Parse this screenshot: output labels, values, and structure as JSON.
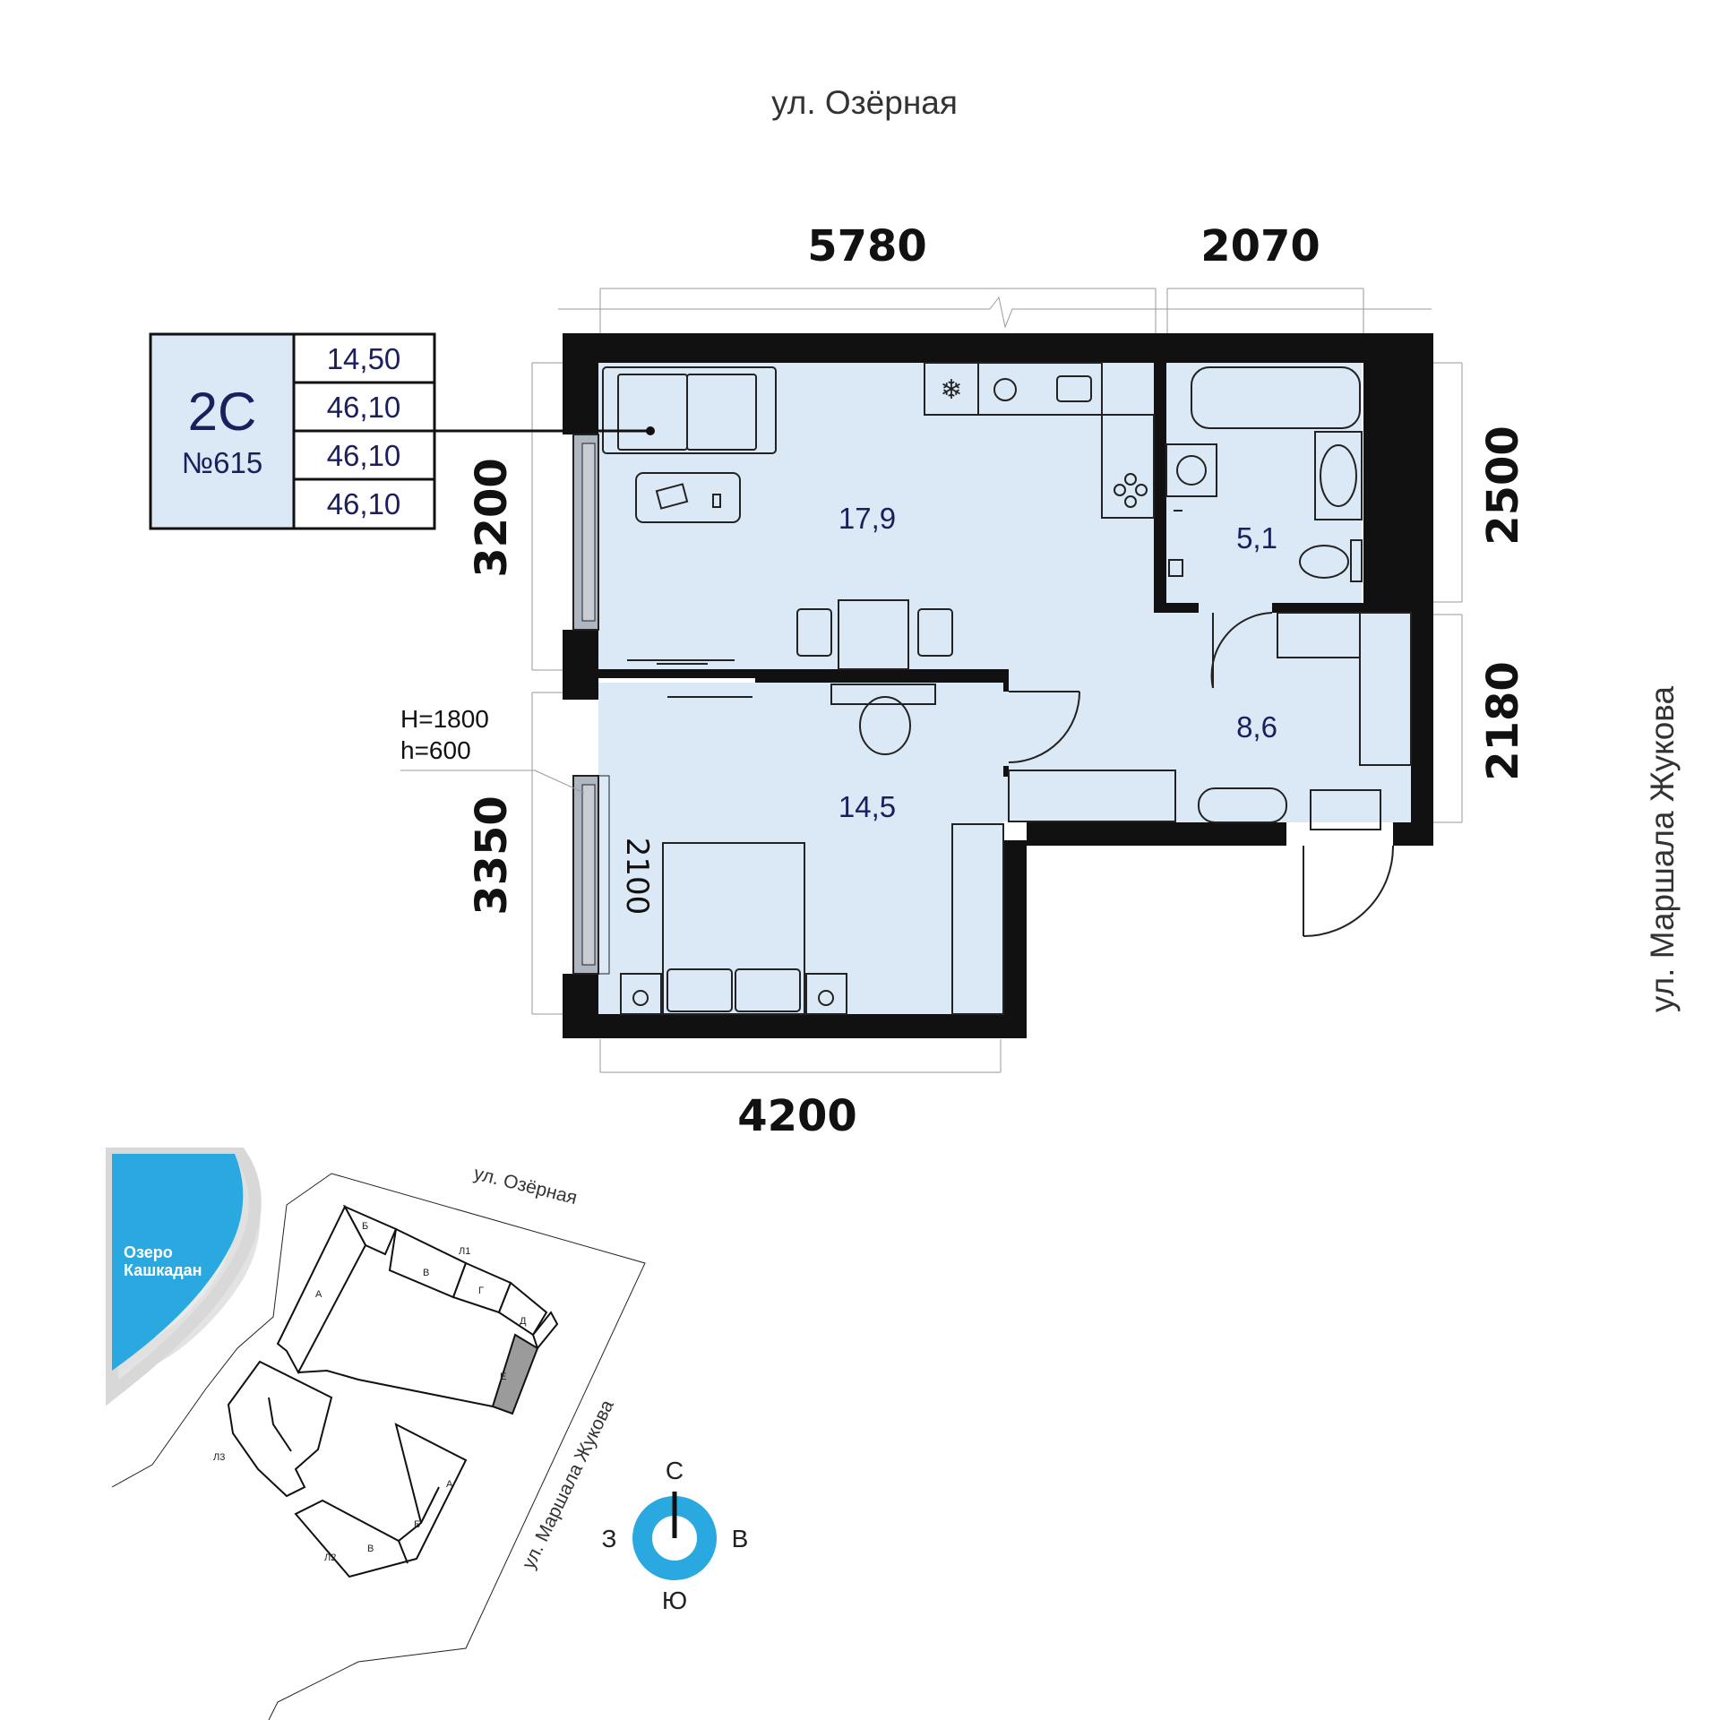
{
  "streets": {
    "top": "ул. Озёрная",
    "right": "ул. Маршала Жукова"
  },
  "dimensions": {
    "top_left": "5780",
    "top_right": "2070",
    "left_top": "3200",
    "left_bottom": "3350",
    "right_top": "2500",
    "right_bottom": "2180",
    "bottom": "4200",
    "window_width": "2100"
  },
  "window_note": {
    "line1": "H=1800",
    "line2": "h=600"
  },
  "apartment_table": {
    "type": "2С",
    "number": "№615",
    "values": [
      "14,50",
      "46,10",
      "46,10",
      "46,10"
    ]
  },
  "rooms": {
    "living_kitchen": "17,9",
    "bathroom": "5,1",
    "hall": "8,6",
    "bedroom": "14,5"
  },
  "site_plan": {
    "street_top": "ул. Озёрная",
    "street_right": "ул. Маршала Жукова",
    "lake_line1": "Озеро",
    "lake_line2": "Кашкадан",
    "sections_l1": [
      "Б",
      "А",
      "В",
      "Г",
      "Д",
      "Е"
    ],
    "label_l1": "Л1",
    "label_l2": "Л2",
    "label_l3": "Л3",
    "sections_l2": [
      "А",
      "Б",
      "В"
    ],
    "highlight_color": "#9b9b9b"
  },
  "compass": {
    "north": "С",
    "south": "Ю",
    "west": "З",
    "east": "В",
    "color": "#29a9e0"
  },
  "colors": {
    "wall": "#111111",
    "floor": "#dbe8f6",
    "lake": "#29a9e0",
    "text_dark": "#1b1f5c"
  }
}
